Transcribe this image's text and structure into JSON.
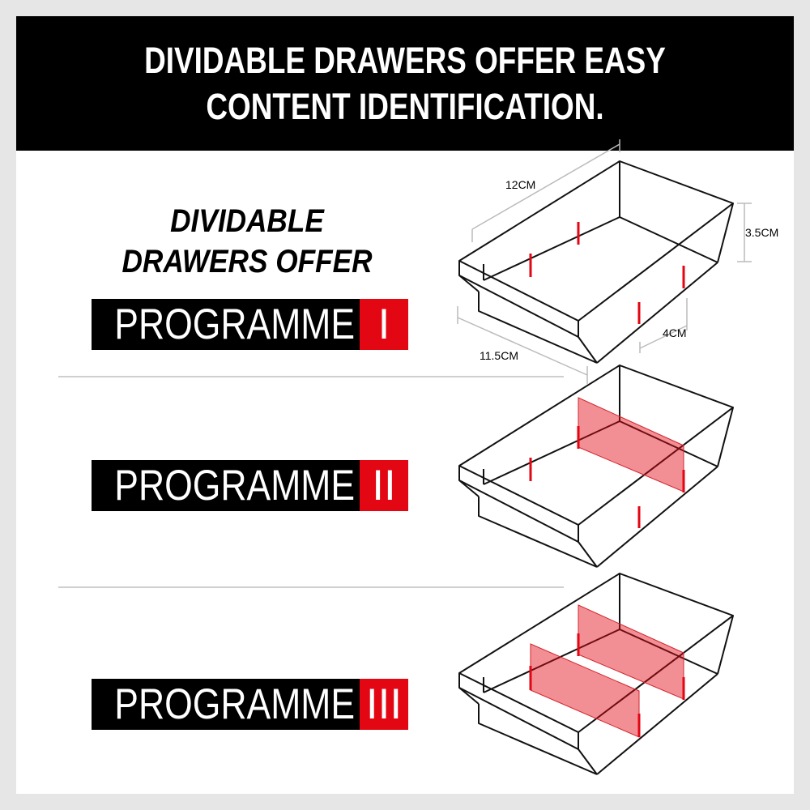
{
  "banner": {
    "title_line1": "DIVIDABLE DRAWERS OFFER EASY",
    "title_line2": "CONTENT IDENTIFICATION."
  },
  "subtitle": {
    "line1": "DIVIDABLE",
    "line2": "DRAWERS OFFER"
  },
  "programmes": [
    {
      "label": "PROGRAMME",
      "numeral": "I"
    },
    {
      "label": "PROGRAMME",
      "numeral": "II"
    },
    {
      "label": "PROGRAMME",
      "numeral": "III"
    }
  ],
  "dimensions": {
    "length": "12CM",
    "height": "3.5CM",
    "width": "11.5CM",
    "divider_spacing": "4CM"
  },
  "colors": {
    "banner_bg": "#000000",
    "accent_red": "#e30613",
    "divider_fill": "#f08a8e"
  }
}
